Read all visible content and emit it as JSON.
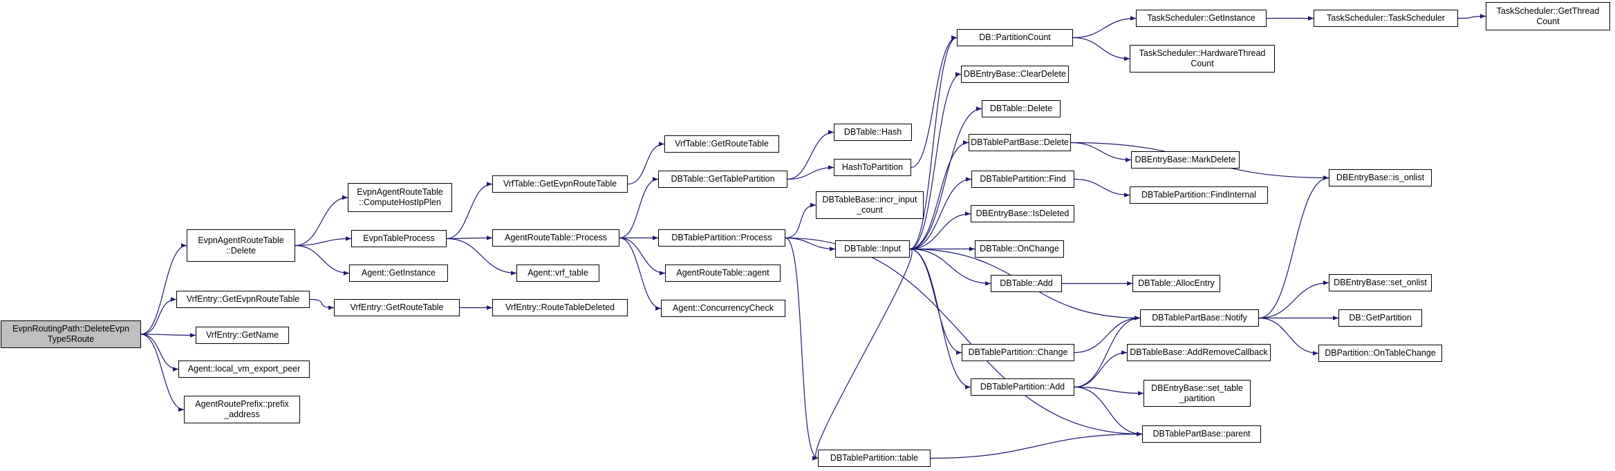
{
  "colors": {
    "edge": "#191970",
    "node_border": "#000000",
    "root_fill": "#bfbfbf",
    "node_fill": "#ffffff"
  },
  "nodes": [
    {
      "id": "root",
      "lines": [
        "EvpnRoutingPath::DeleteEvpn",
        "Type5Route"
      ],
      "root": true
    },
    {
      "id": "evpn_delete",
      "lines": [
        "EvpnAgentRouteTable",
        "::Delete"
      ]
    },
    {
      "id": "vrf_getevpnroutetable_l",
      "lines": [
        "VrfEntry::GetEvpnRouteTable"
      ]
    },
    {
      "id": "vrf_getname",
      "lines": [
        "VrfEntry::GetName"
      ]
    },
    {
      "id": "local_vm_export_peer",
      "lines": [
        "Agent::local_vm_export_peer"
      ]
    },
    {
      "id": "prefix_address",
      "lines": [
        "AgentRoutePrefix::prefix",
        "_address"
      ]
    },
    {
      "id": "computehostipplen",
      "lines": [
        "EvpnAgentRouteTable",
        "::ComputeHostIpPlen"
      ]
    },
    {
      "id": "evpntableprocess",
      "lines": [
        "EvpnTableProcess"
      ]
    },
    {
      "id": "agent_getinstance",
      "lines": [
        "Agent::GetInstance"
      ]
    },
    {
      "id": "vrf_getroutetable_mid",
      "lines": [
        "VrfEntry::GetRouteTable"
      ]
    },
    {
      "id": "vrf_routetabledeleted",
      "lines": [
        "VrfEntry::RouteTableDeleted"
      ]
    },
    {
      "id": "vrftable_getevpnroutetable",
      "lines": [
        "VrfTable::GetEvpnRouteTable"
      ]
    },
    {
      "id": "agentroutetable_process",
      "lines": [
        "AgentRouteTable::Process"
      ]
    },
    {
      "id": "agent_vrf_table",
      "lines": [
        "Agent::vrf_table"
      ]
    },
    {
      "id": "vrftable_getroutetable",
      "lines": [
        "VrfTable::GetRouteTable"
      ]
    },
    {
      "id": "dbtable_gettablepartition",
      "lines": [
        "DBTable::GetTablePartition"
      ]
    },
    {
      "id": "dbtablepartition_process",
      "lines": [
        "DBTablePartition::Process"
      ]
    },
    {
      "id": "agentroutetable_agent",
      "lines": [
        "AgentRouteTable::agent"
      ]
    },
    {
      "id": "agent_concurrencycheck",
      "lines": [
        "Agent::ConcurrencyCheck"
      ]
    },
    {
      "id": "dbtable_hash",
      "lines": [
        "DBTable::Hash"
      ]
    },
    {
      "id": "hashtopartition",
      "lines": [
        "HashToPartition"
      ]
    },
    {
      "id": "incr_input_count",
      "lines": [
        "DBTableBase::incr_input",
        "_count"
      ]
    },
    {
      "id": "dbtable_input",
      "lines": [
        "DBTable::Input"
      ]
    },
    {
      "id": "dbtablepartition_table",
      "lines": [
        "DBTablePartition::table"
      ]
    },
    {
      "id": "db_partitioncount",
      "lines": [
        "DB::PartitionCount"
      ]
    },
    {
      "id": "dbentrybase_cleardelete",
      "lines": [
        "DBEntryBase::ClearDelete"
      ]
    },
    {
      "id": "dbtable_delete",
      "lines": [
        "DBTable::Delete"
      ]
    },
    {
      "id": "dbtablepartbase_delete",
      "lines": [
        "DBTablePartBase::Delete"
      ]
    },
    {
      "id": "dbtablepartition_find",
      "lines": [
        "DBTablePartition::Find"
      ]
    },
    {
      "id": "dbentrybase_isdeleted",
      "lines": [
        "DBEntryBase::IsDeleted"
      ]
    },
    {
      "id": "dbtable_onchange",
      "lines": [
        "DBTable::OnChange"
      ]
    },
    {
      "id": "dbtable_add",
      "lines": [
        "DBTable::Add"
      ]
    },
    {
      "id": "dbtablepartition_change",
      "lines": [
        "DBTablePartition::Change"
      ]
    },
    {
      "id": "dbtablepartition_add",
      "lines": [
        "DBTablePartition::Add"
      ]
    },
    {
      "id": "ts_getinstance",
      "lines": [
        "TaskScheduler::GetInstance"
      ]
    },
    {
      "id": "ts_hwthreadcount",
      "lines": [
        "TaskScheduler::HardwareThread",
        "Count"
      ]
    },
    {
      "id": "ts_taskscheduler",
      "lines": [
        "TaskScheduler::TaskScheduler"
      ]
    },
    {
      "id": "ts_getthreadcount",
      "lines": [
        "TaskScheduler::GetThread",
        "Count"
      ]
    },
    {
      "id": "dbentrybase_markdelete",
      "lines": [
        "DBEntryBase::MarkDelete"
      ]
    },
    {
      "id": "dbtablepartition_findinternal",
      "lines": [
        "DBTablePartition::FindInternal"
      ]
    },
    {
      "id": "dbtable_allocentry",
      "lines": [
        "DBTable::AllocEntry"
      ]
    },
    {
      "id": "dbtablepartbase_notify",
      "lines": [
        "DBTablePartBase::Notify"
      ]
    },
    {
      "id": "addremovecallback",
      "lines": [
        "DBTableBase::AddRemoveCallback"
      ]
    },
    {
      "id": "set_table_partition",
      "lines": [
        "DBEntryBase::set_table",
        "_partition"
      ]
    },
    {
      "id": "dbtablepartbase_parent",
      "lines": [
        "DBTablePartBase::parent"
      ]
    },
    {
      "id": "dbentrybase_is_onlist",
      "lines": [
        "DBEntryBase::is_onlist"
      ]
    },
    {
      "id": "dbentrybase_set_onlist",
      "lines": [
        "DBEntryBase::set_onlist"
      ]
    },
    {
      "id": "db_getpartition",
      "lines": [
        "DB::GetPartition"
      ]
    },
    {
      "id": "dbpartition_ontablechange",
      "lines": [
        "DBPartition::OnTableChange"
      ]
    }
  ],
  "edges": [
    [
      "root",
      "evpn_delete"
    ],
    [
      "root",
      "vrf_getevpnroutetable_l"
    ],
    [
      "root",
      "vrf_getname"
    ],
    [
      "root",
      "local_vm_export_peer"
    ],
    [
      "root",
      "prefix_address"
    ],
    [
      "evpn_delete",
      "computehostipplen"
    ],
    [
      "evpn_delete",
      "evpntableprocess"
    ],
    [
      "evpn_delete",
      "agent_getinstance"
    ],
    [
      "vrf_getevpnroutetable_l",
      "vrf_getroutetable_mid"
    ],
    [
      "vrf_getroutetable_mid",
      "vrf_routetabledeleted"
    ],
    [
      "evpntableprocess",
      "vrftable_getevpnroutetable"
    ],
    [
      "evpntableprocess",
      "agentroutetable_process"
    ],
    [
      "evpntableprocess",
      "agent_vrf_table"
    ],
    [
      "vrftable_getevpnroutetable",
      "vrftable_getroutetable"
    ],
    [
      "agentroutetable_process",
      "dbtable_gettablepartition"
    ],
    [
      "agentroutetable_process",
      "dbtablepartition_process"
    ],
    [
      "agentroutetable_process",
      "agentroutetable_agent"
    ],
    [
      "agentroutetable_process",
      "agent_concurrencycheck"
    ],
    [
      "dbtable_gettablepartition",
      "dbtable_hash"
    ],
    [
      "dbtable_gettablepartition",
      "hashtopartition"
    ],
    [
      "hashtopartition",
      "db_partitioncount"
    ],
    [
      "dbtablepartition_process",
      "incr_input_count"
    ],
    [
      "dbtablepartition_process",
      "dbtable_input"
    ],
    [
      "dbtablepartition_process",
      "dbtablepartition_table"
    ],
    [
      "dbtablepartition_process",
      "dbtablepartbase_parent"
    ],
    [
      "dbtable_input",
      "db_partitioncount"
    ],
    [
      "dbtable_input",
      "dbentrybase_cleardelete"
    ],
    [
      "dbtable_input",
      "dbtable_delete"
    ],
    [
      "dbtable_input",
      "dbtablepartbase_delete"
    ],
    [
      "dbtable_input",
      "dbtablepartition_find"
    ],
    [
      "dbtable_input",
      "dbentrybase_isdeleted"
    ],
    [
      "dbtable_input",
      "dbtable_onchange"
    ],
    [
      "dbtable_input",
      "dbtable_add"
    ],
    [
      "dbtable_input",
      "dbtablepartbase_notify"
    ],
    [
      "dbtable_input",
      "dbtablepartition_change"
    ],
    [
      "dbtable_input",
      "dbtablepartition_add"
    ],
    [
      "dbtable_input",
      "dbtablepartition_table"
    ],
    [
      "db_partitioncount",
      "ts_getinstance"
    ],
    [
      "db_partitioncount",
      "ts_hwthreadcount"
    ],
    [
      "ts_getinstance",
      "ts_taskscheduler"
    ],
    [
      "ts_taskscheduler",
      "ts_getthreadcount"
    ],
    [
      "dbtablepartbase_delete",
      "dbentrybase_markdelete"
    ],
    [
      "dbtablepartbase_delete",
      "dbentrybase_is_onlist"
    ],
    [
      "dbtablepartition_find",
      "dbtablepartition_findinternal"
    ],
    [
      "dbtable_add",
      "dbtable_allocentry"
    ],
    [
      "dbtablepartition_change",
      "dbtablepartbase_notify"
    ],
    [
      "dbtablepartition_add",
      "dbtablepartbase_notify"
    ],
    [
      "dbtablepartition_add",
      "addremovecallback"
    ],
    [
      "dbtablepartition_add",
      "set_table_partition"
    ],
    [
      "dbtablepartition_add",
      "dbtablepartbase_parent"
    ],
    [
      "dbtablepartition_table",
      "dbtablepartbase_parent"
    ],
    [
      "dbtablepartbase_notify",
      "dbentrybase_is_onlist"
    ],
    [
      "dbtablepartbase_notify",
      "dbentrybase_set_onlist"
    ],
    [
      "dbtablepartbase_notify",
      "db_getpartition"
    ],
    [
      "dbtablepartbase_notify",
      "dbpartition_ontablechange"
    ]
  ]
}
